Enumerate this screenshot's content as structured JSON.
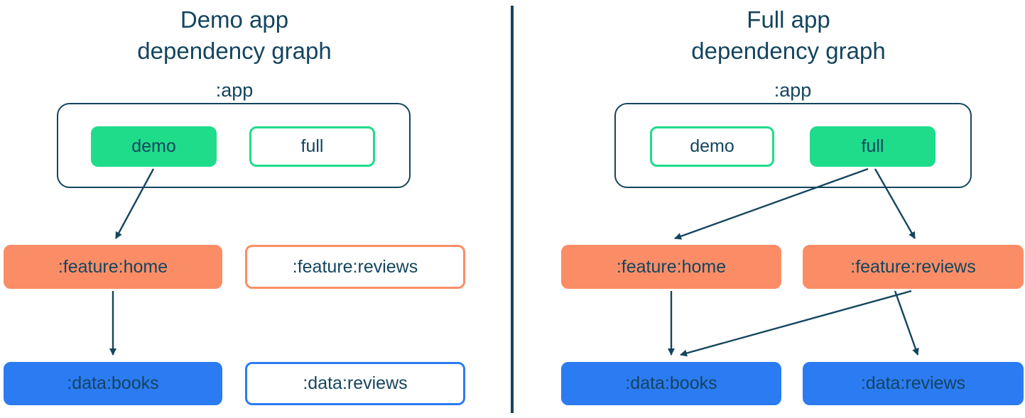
{
  "colors": {
    "navy": "#14455e",
    "green": "#1fdc8b",
    "salmon": "#fb8d66",
    "blue": "#2b7bf3",
    "background": "#ffffff"
  },
  "panels": [
    {
      "title_line1": "Demo app",
      "title_line2": "dependency graph",
      "app_label": ":app",
      "flavors": [
        {
          "label": "demo",
          "filled": true
        },
        {
          "label": "full",
          "filled": false
        }
      ],
      "features": [
        {
          "label": ":feature:home",
          "filled": true
        },
        {
          "label": ":feature:reviews",
          "filled": false
        }
      ],
      "data_modules": [
        {
          "label": ":data:books",
          "filled": true
        },
        {
          "label": ":data:reviews",
          "filled": false
        }
      ],
      "edges": [
        {
          "from": "demo",
          "to": ":feature:home"
        },
        {
          "from": ":feature:home",
          "to": ":data:books"
        }
      ]
    },
    {
      "title_line1": "Full app",
      "title_line2": "dependency graph",
      "app_label": ":app",
      "flavors": [
        {
          "label": "demo",
          "filled": false
        },
        {
          "label": "full",
          "filled": true
        }
      ],
      "features": [
        {
          "label": ":feature:home",
          "filled": true
        },
        {
          "label": ":feature:reviews",
          "filled": true
        }
      ],
      "data_modules": [
        {
          "label": ":data:books",
          "filled": true
        },
        {
          "label": ":data:reviews",
          "filled": true
        }
      ],
      "edges": [
        {
          "from": "full",
          "to": ":feature:home"
        },
        {
          "from": "full",
          "to": ":feature:reviews"
        },
        {
          "from": ":feature:home",
          "to": ":data:books"
        },
        {
          "from": ":feature:reviews",
          "to": ":data:books"
        },
        {
          "from": ":feature:reviews",
          "to": ":data:reviews"
        }
      ]
    }
  ]
}
